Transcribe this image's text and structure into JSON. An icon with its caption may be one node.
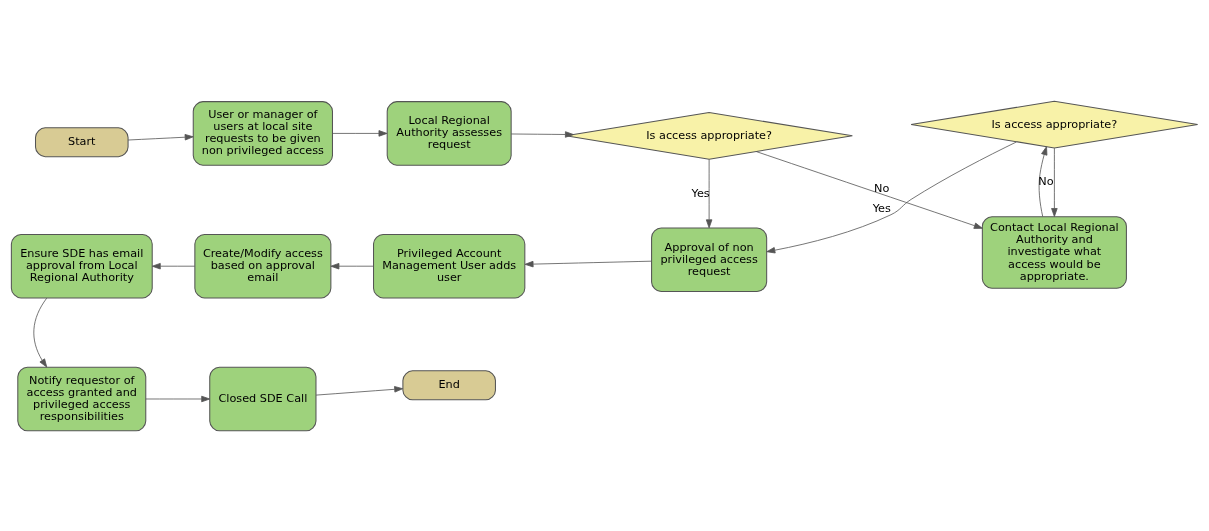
{
  "diagram": {
    "nodes": [
      {
        "text": [
          "Start"
        ]
      },
      {
        "text": [
          "User or manager of users at local site requests to be given non privileged access"
        ]
      },
      {
        "text": [
          "Local Regional Authority assesses request"
        ]
      },
      {
        "text": [
          "Is access appropriate?"
        ]
      },
      {
        "text": [
          "Contact Local Regional Authority and investigate what access would be appropriate."
        ]
      },
      {
        "text": [
          "Is access appropriate?"
        ]
      },
      {
        "text": [
          "Approval of non privileged access request"
        ]
      },
      {
        "text": [
          "Privileged Account Management User adds user"
        ]
      },
      {
        "text": [
          "Create/Modify access based on approval email"
        ]
      },
      {
        "text": [
          "Ensure SDE has email approval from Local Regional Authority"
        ]
      },
      {
        "text": [
          "Notify requestor of access granted and privileged access responsibilities"
        ]
      },
      {
        "text": [
          "Closed SDE Call"
        ]
      },
      {
        "text": [
          "End"
        ]
      }
    ],
    "edges": [
      {
        "from": 0,
        "to": 1,
        "arrow": "to"
      },
      {
        "from": 1,
        "to": 2,
        "arrow": "to"
      },
      {
        "from": 2,
        "to": 3,
        "arrow": "to"
      },
      {
        "from": 3,
        "to": 4,
        "arrow": "to",
        "label": "No"
      },
      {
        "from": 3,
        "to": 6,
        "arrow": "to",
        "label": "Yes"
      },
      {
        "from": 4,
        "to": 5,
        "arrow": "to"
      },
      {
        "from": 5,
        "to": 4,
        "arrow": "to",
        "label": "No"
      },
      {
        "from": 5,
        "to": 6,
        "arrow": "to",
        "label": "Yes"
      },
      {
        "from": 6,
        "to": 7,
        "arrow": "to"
      },
      {
        "from": 7,
        "to": 8,
        "arrow": "to"
      },
      {
        "from": 8,
        "to": 9,
        "arrow": "to"
      },
      {
        "from": 9,
        "to": 10,
        "arrow": "to"
      },
      {
        "from": 10,
        "to": 11,
        "arrow": "to"
      },
      {
        "from": 11,
        "to": 12,
        "arrow": "to"
      }
    ]
  }
}
